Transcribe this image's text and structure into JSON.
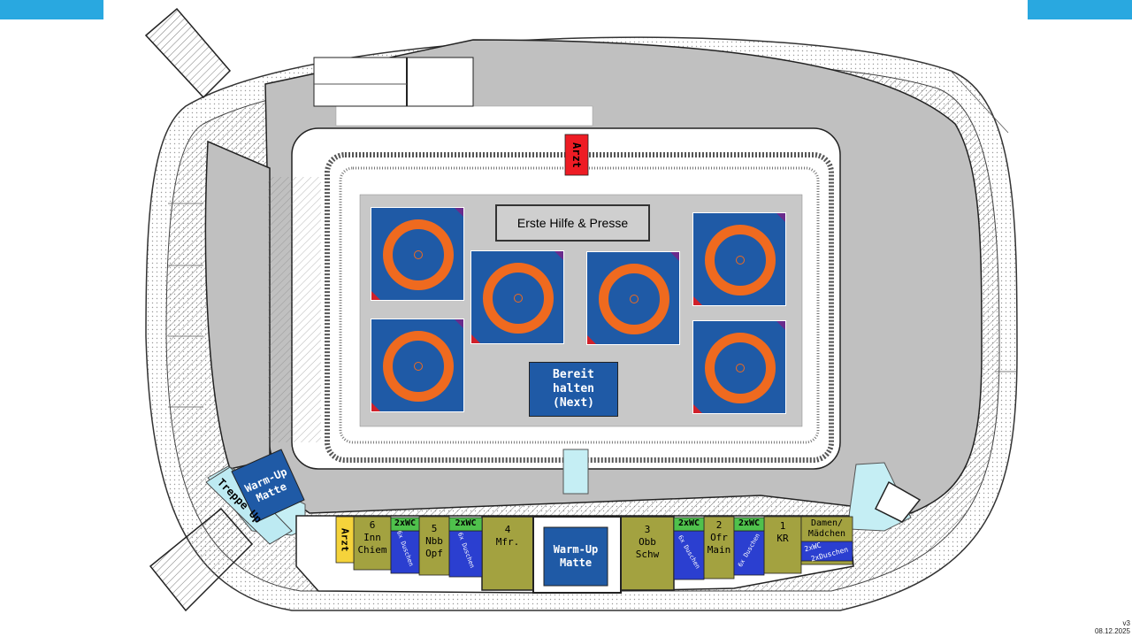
{
  "labels": {
    "arzt_top": "Arzt",
    "erste_hilfe": "Erste Hilfe & Presse",
    "bereit": "Bereit halten (Next)",
    "warmup_left": "Warm-Up Matte",
    "treppe": "Treppe Up",
    "arzt_bottom": "Arzt",
    "warmup_center": "Warm-Up Matte",
    "damen": "Damen/ Mädchen"
  },
  "rooms": [
    {
      "num": "6",
      "name": "Inn Chiem"
    },
    {
      "num": "5",
      "name": "Nbb Opf"
    },
    {
      "num": "4",
      "name": "Mfr."
    },
    {
      "num": "3",
      "name": "Obb Schw"
    },
    {
      "num": "2",
      "name": "Ofr Main"
    },
    {
      "num": "1",
      "name": "KR"
    }
  ],
  "wc": [
    "2xWC",
    "2xWC",
    "2xWC",
    "2xWC",
    "2xWC"
  ],
  "showers": [
    "6x Duschen",
    "6x Duschen",
    "6x Duschen",
    "6x Duschen",
    "2xDuschen"
  ],
  "version": {
    "line1": "v3",
    "line2": "08.12.2025"
  },
  "colors": {
    "accent": "#29a8e0",
    "mat_blue": "#1f5aa6",
    "ring": "#ef6a1f",
    "olive": "#a3a240",
    "wc_green": "#4fc14c",
    "shower_blue": "#2b3fd0",
    "arzt_red": "#ee1c24",
    "arzt_yellow": "#f5d33b",
    "light_cyan": "#c5eef4",
    "floor_grey": "#c0c0c0"
  }
}
